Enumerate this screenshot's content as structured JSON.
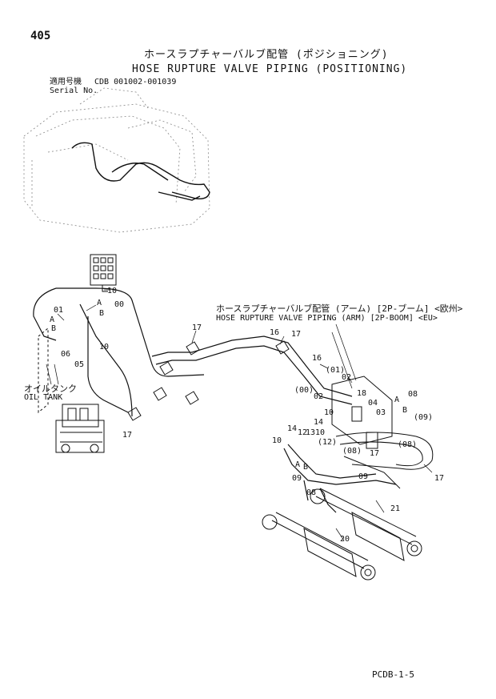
{
  "page": {
    "number": "405",
    "title_jp": "ホースラプチャーバルブ配管 (ポジショニング)",
    "title_en": "HOSE RUPTURE VALVE PIPING (POSITIONING)",
    "serial_label_jp": "適用号機",
    "serial_range": "CDB 001002-001039",
    "serial_label_en": "Serial No.",
    "footer_code": "PCDB-1-5"
  },
  "callouts": {
    "arm_piping_jp": "ホースラプチャーバルブ配管 (アーム) [2P-ブーム] <欧州>",
    "arm_piping_en": "HOSE RUPTURE VALVE PIPING (ARM) [2P-BOOM] <EU>",
    "oil_tank_jp": "オイルタンク",
    "oil_tank_en": "OIL TANK"
  },
  "part_labels": {
    "p10a": "10",
    "p00": "00",
    "pA1": "A",
    "pB1": "B",
    "p01": "01",
    "pA2": "A",
    "pB2": "B",
    "p06": "06",
    "p05": "05",
    "p10b": "10",
    "p17a": "17",
    "p17b": "17",
    "p16a": "16",
    "p17c": "17",
    "p16b": "16",
    "p01p": "(01)",
    "p02a": "02",
    "p00p": "(00)",
    "p18": "18",
    "p02b": "02",
    "p04": "04",
    "p03": "03",
    "p08a": "08",
    "pA3": "A",
    "pB3": "B",
    "p10c": "10",
    "p09p": "(09)",
    "p14": "14",
    "p10d": "10",
    "p13": "13",
    "p12": "12",
    "p12p": "(12)",
    "p10e": "10",
    "p08p": "(08)",
    "p17d": "17",
    "p08p2": "(08)",
    "p17e": "17",
    "pA4": "A",
    "pB4": "B",
    "p09a": "09",
    "p09b": "09",
    "p08b": "08",
    "p21": "21",
    "p20": "20"
  },
  "colors": {
    "ink": "#111111",
    "background": "#ffffff"
  }
}
